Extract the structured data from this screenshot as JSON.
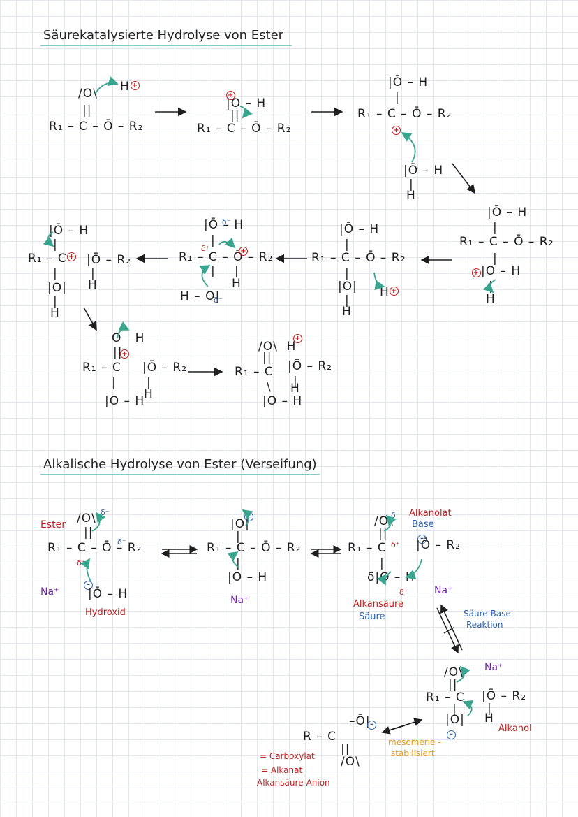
{
  "section1": {
    "title": "Säurekatalysierte Hydrolyse von Ester"
  },
  "section2": {
    "title": "Alkalische Hydrolyse von Ester (Verseifung)"
  },
  "labels": {
    "ester": "Ester",
    "hydroxid": "Hydroxid",
    "na_plus": "Na⁺",
    "alkanolat": "Alkanolat",
    "base": "Base",
    "alkansaeure": "Alkansäure",
    "saeure": "Säure",
    "saeure_base_line1": "Säure-Base-",
    "saeure_base_line2": "Reaktion",
    "alkanol": "Alkanol",
    "mesomerie_line1": "mesomerie -",
    "mesomerie_line2": "stabilisiert",
    "carboxylat": "= Carboxylat",
    "alkanat": "= Alkanat",
    "alkansaeure_anion": "Alkansäure-Anion"
  },
  "colors": {
    "grid": "#e3e6ea",
    "underline": "#7fcfc6",
    "arrow_teal": "#3aa58e",
    "charge_red": "#c01f1f",
    "charge_blue": "#2b5fa8",
    "label_red": "#c01f1f",
    "label_purple": "#6a2b9a",
    "label_blue": "#2b5fa8",
    "label_orange": "#e59a1a"
  }
}
